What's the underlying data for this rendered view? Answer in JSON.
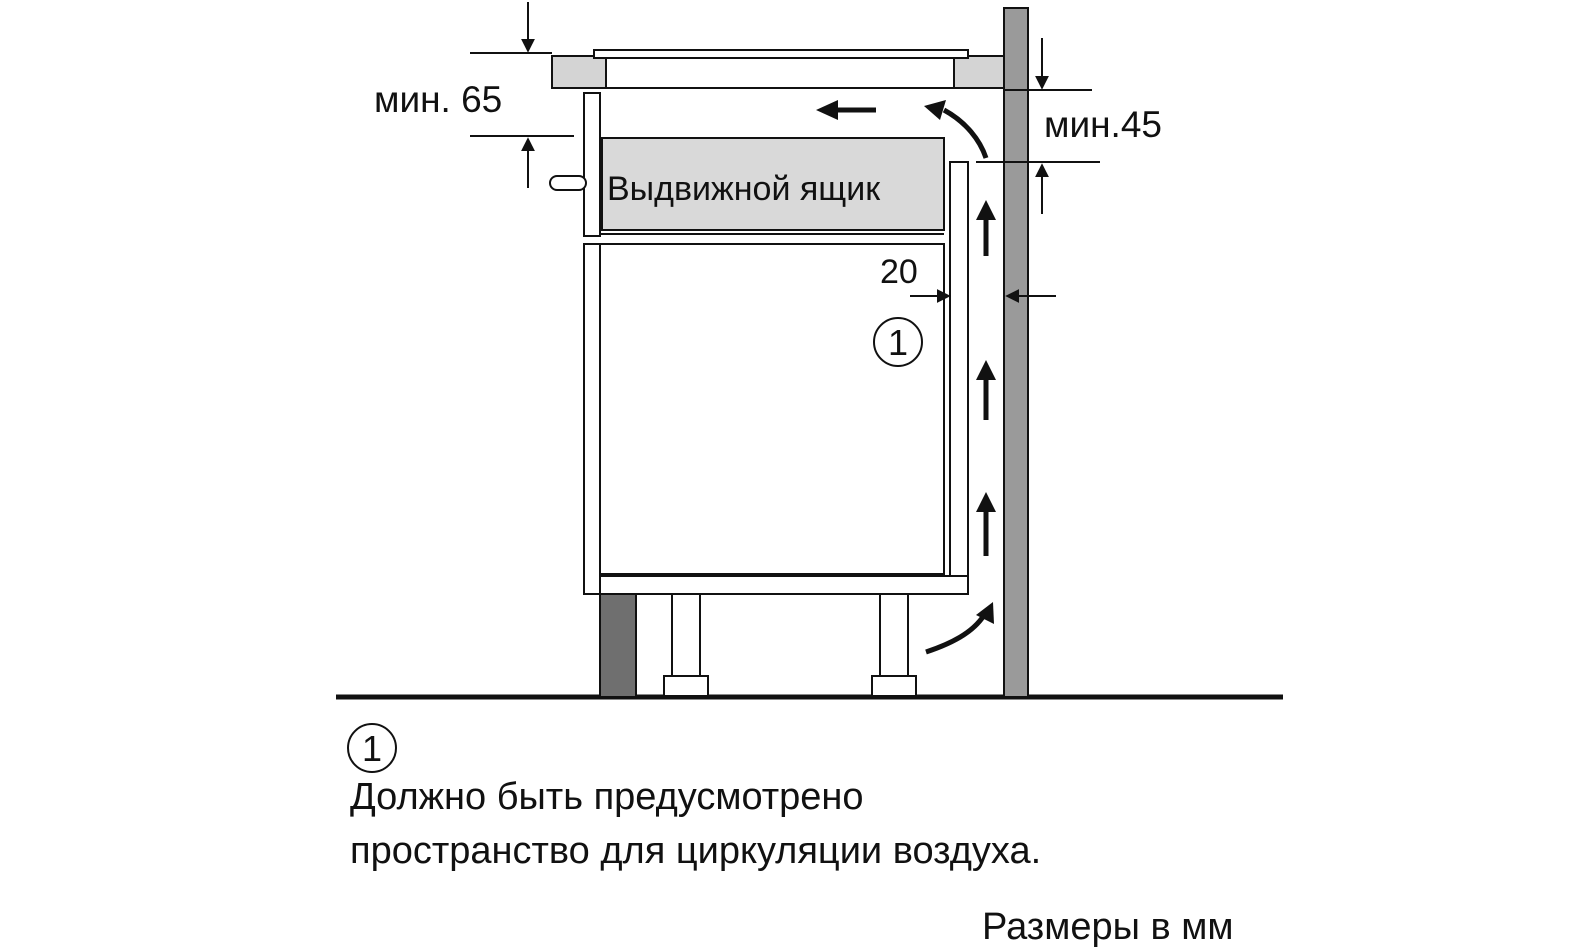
{
  "labels": {
    "min_front": "мин. 65",
    "min_wall": "мин.45",
    "drawer": "Выдвижной ящик",
    "gap": "20",
    "marker": "1"
  },
  "legend": {
    "marker": "1",
    "line1": "Должно быть предусмотрено",
    "line2": "пространство для циркуляции воздуха."
  },
  "units_note": "Размеры в мм",
  "colors": {
    "stroke": "#111111",
    "panel_fill": "#d9d9d9",
    "wall_fill": "#9a9a9a",
    "plinth_fill": "#6f6f6f",
    "hob_fill": "#d4d4d4"
  }
}
